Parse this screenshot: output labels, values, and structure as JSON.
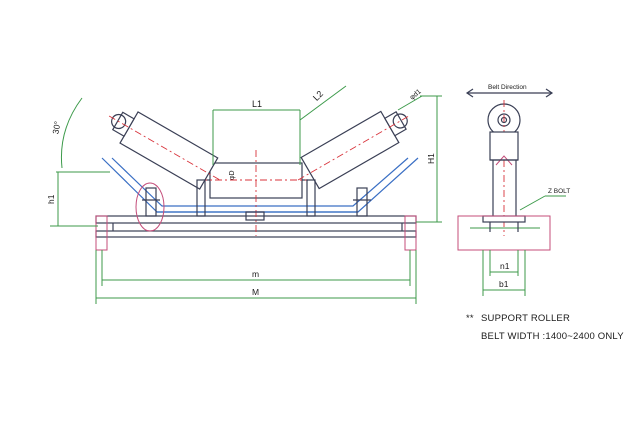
{
  "labels": {
    "L1": "L1",
    "L2": "L2",
    "phiD": "φD",
    "phid1": "φd1",
    "angle": "30°",
    "h1": "h1",
    "H1": "H1",
    "m": "m",
    "M": "M",
    "belt_direction": "Belt Direction",
    "bolt": "Z BOLT",
    "n1": "n1",
    "b1": "b1"
  },
  "notes": {
    "marker": "**",
    "line1": "SUPPORT ROLLER",
    "line2": "BELT WIDTH :1400~2400 ONLY"
  }
}
